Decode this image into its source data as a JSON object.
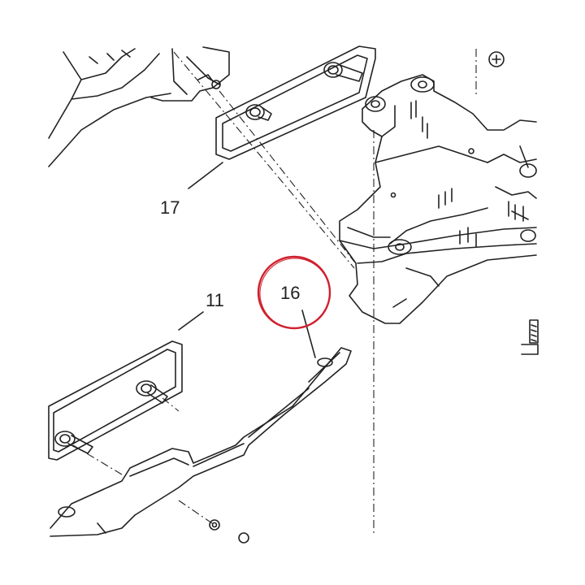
{
  "diagram": {
    "callouts": {
      "part_17": "17",
      "part_11": "11",
      "part_16": "16"
    },
    "highlighted_part": "16",
    "colors": {
      "line": "#222222",
      "highlight": "#d0202e",
      "background": "#ffffff"
    }
  }
}
